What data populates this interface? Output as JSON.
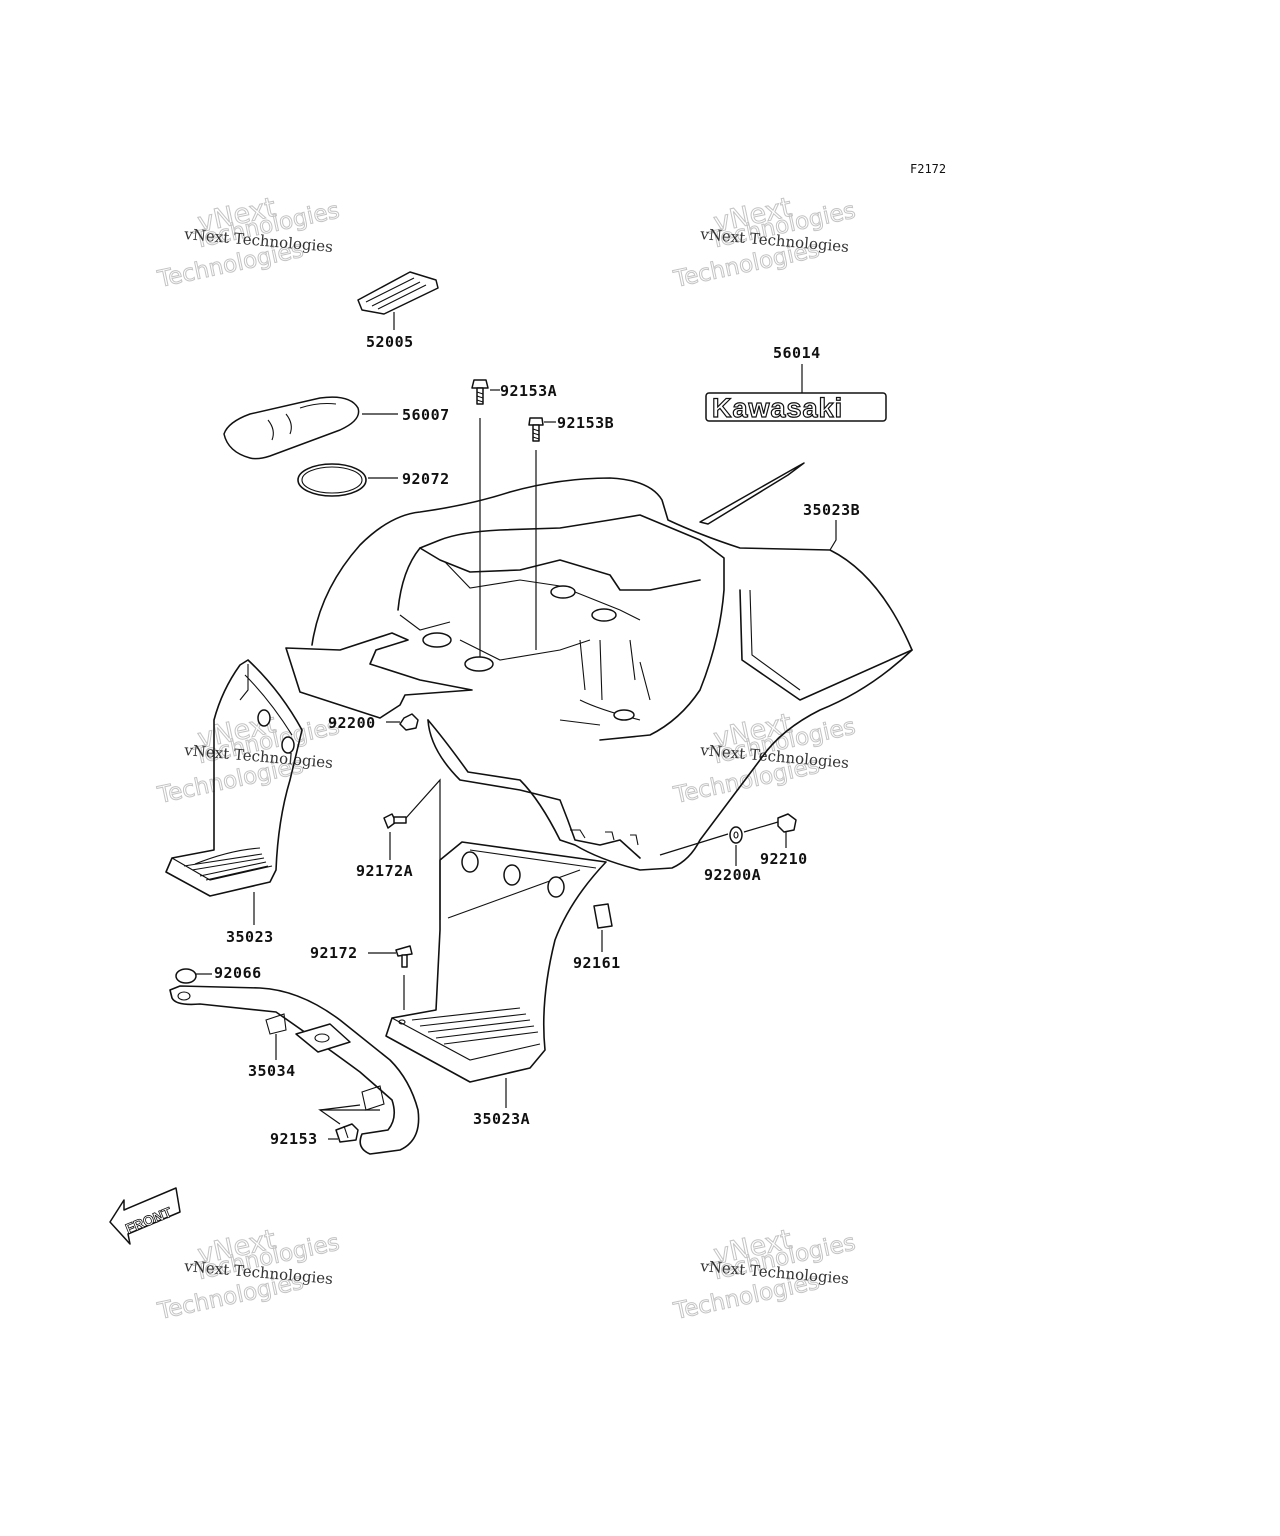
{
  "figure_code": "F2172",
  "watermark": {
    "line1": "vNext Technologies",
    "line2": "vNext",
    "line3": "Technologies"
  },
  "logo_text": "Kawasaki",
  "direction_label": "FRONT",
  "callouts": [
    {
      "id": "52005",
      "label": "52005"
    },
    {
      "id": "56014",
      "label": "56014"
    },
    {
      "id": "92153A",
      "label": "92153A"
    },
    {
      "id": "56007",
      "label": "56007"
    },
    {
      "id": "92153B",
      "label": "92153B"
    },
    {
      "id": "92072",
      "label": "92072"
    },
    {
      "id": "35023B",
      "label": "35023B"
    },
    {
      "id": "92200",
      "label": "92200"
    },
    {
      "id": "92172A",
      "label": "92172A"
    },
    {
      "id": "92200A",
      "label": "92200A"
    },
    {
      "id": "92210",
      "label": "92210"
    },
    {
      "id": "35023",
      "label": "35023"
    },
    {
      "id": "92161",
      "label": "92161"
    },
    {
      "id": "92172",
      "label": "92172"
    },
    {
      "id": "92066",
      "label": "92066"
    },
    {
      "id": "35034",
      "label": "35034"
    },
    {
      "id": "35023A",
      "label": "35023A"
    },
    {
      "id": "92153",
      "label": "92153"
    }
  ]
}
